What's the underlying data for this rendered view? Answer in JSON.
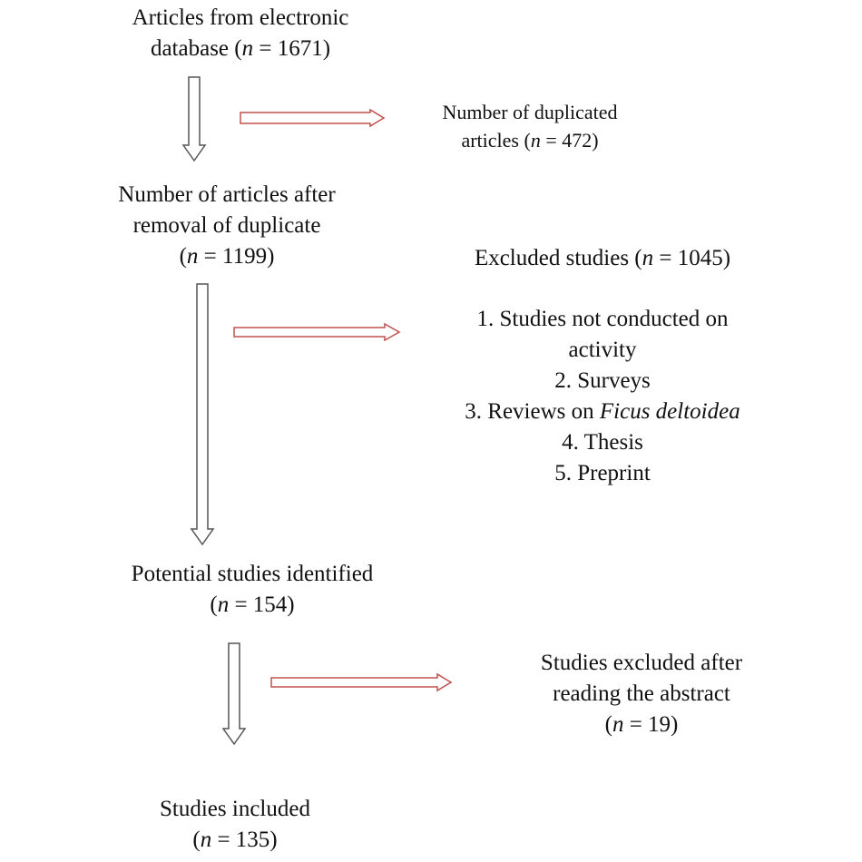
{
  "nodes": {
    "identified": {
      "lines": [
        "Articles from electronic",
        "database (",
        "n",
        " = 1671)"
      ]
    },
    "duplicates": {
      "line1": "Number of duplicated",
      "pre": "articles (",
      "n": "n",
      "post": " = 472)"
    },
    "after_dedup": {
      "line1": "Number of articles after",
      "line2": "removal of duplicate",
      "pre": "(",
      "n": "n",
      "post": " = 1199)"
    },
    "excluded": {
      "pre": "Excluded studies (",
      "n": "n",
      "post": " = 1045)",
      "reasons": [
        "1. Studies not conducted on",
        "activity",
        "2. Surveys",
        "3. Reviews on ",
        "Ficus deltoidea",
        "4. Thesis",
        "5. Preprint"
      ]
    },
    "potential": {
      "line1": "Potential studies identified",
      "pre": "(",
      "n": "n",
      "post": " = 154)"
    },
    "abstract_excluded": {
      "line1": "Studies excluded after",
      "line2": "reading the abstract",
      "pre": "(",
      "n": "n",
      "post": " = 19)"
    },
    "included": {
      "line1": "Studies included",
      "pre": "(",
      "n": "n",
      "post": " = 135)"
    }
  },
  "colors": {
    "down_arrow": "#555555",
    "side_arrow": "#c0504d"
  }
}
